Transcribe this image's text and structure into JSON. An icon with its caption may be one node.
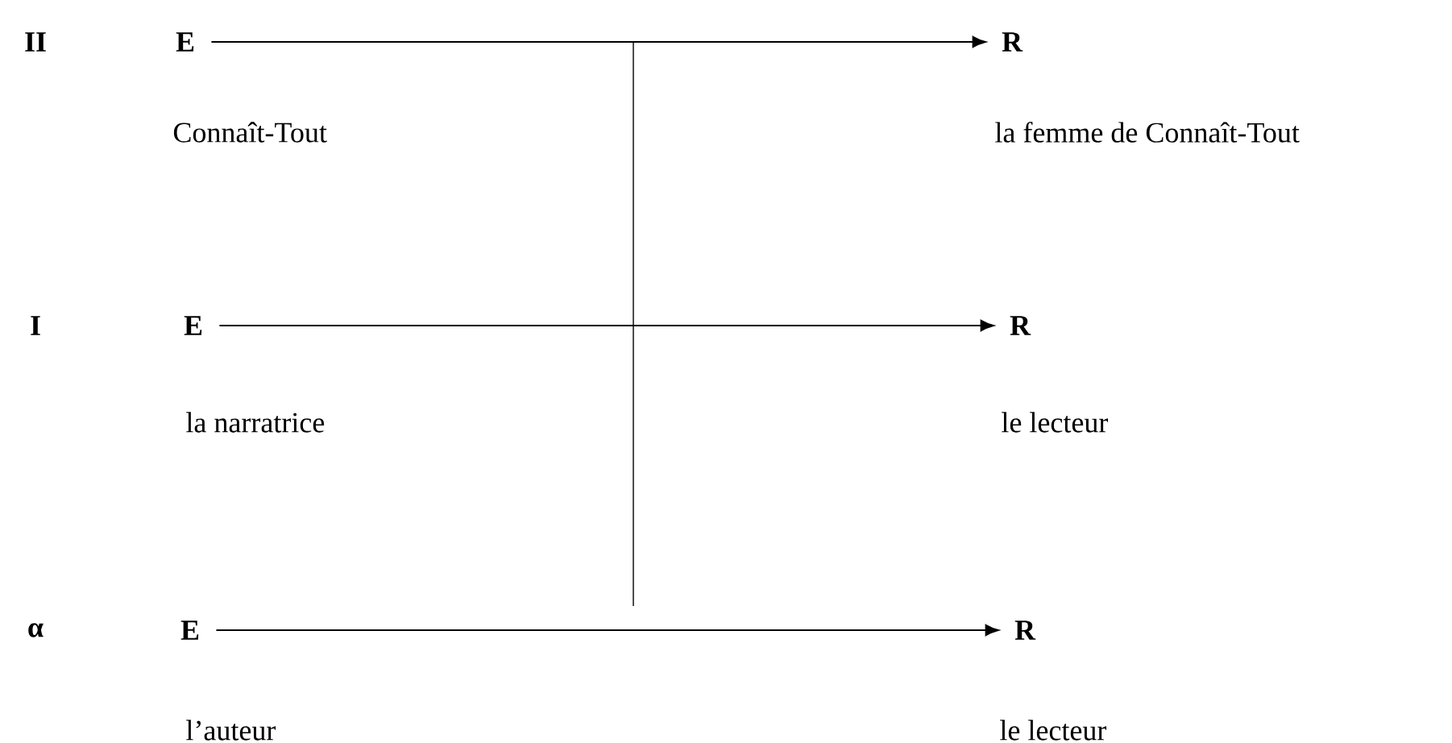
{
  "diagram": {
    "nodes": [
      {
        "text": [
          "E"
        ],
        "beside": [
          "Connaît-Tout"
        ]
      },
      {
        "text": [
          "R"
        ],
        "beside": [
          "la femme de Connaît-Tout"
        ]
      },
      {
        "text": [
          "E"
        ],
        "beside": [
          "la narratrice"
        ]
      },
      {
        "text": [
          "R"
        ],
        "beside": [
          "le lecteur"
        ]
      },
      {
        "text": [
          "E"
        ],
        "beside": [
          "l’auteur"
        ]
      },
      {
        "text": [
          "R"
        ],
        "beside": [
          "le lecteur"
        ]
      }
    ],
    "edges": [
      {
        "from": 0,
        "to": 1,
        "arrow": "to"
      },
      {
        "from": 2,
        "to": 3,
        "arrow": "to"
      },
      {
        "from": 4,
        "to": 5,
        "arrow": "to"
      }
    ],
    "labels": [
      "II",
      "I",
      "α"
    ]
  }
}
